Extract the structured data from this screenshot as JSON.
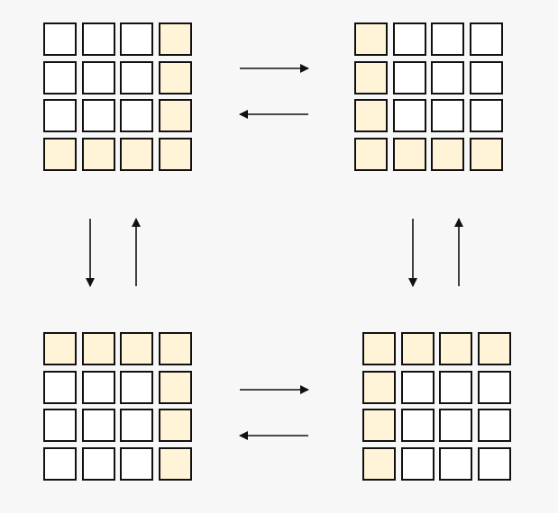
{
  "colors": {
    "background": "#f7f7f7",
    "highlight": "#fff3d8",
    "plain": "#ffffff",
    "border": "#111111",
    "arrow": "#111111"
  },
  "grids": [
    {
      "name": "grid-top-left",
      "rows": 4,
      "cols": 4,
      "highlighted": [
        [
          0,
          3
        ],
        [
          1,
          3
        ],
        [
          2,
          3
        ],
        [
          3,
          0
        ],
        [
          3,
          1
        ],
        [
          3,
          2
        ],
        [
          3,
          3
        ]
      ]
    },
    {
      "name": "grid-top-right",
      "rows": 4,
      "cols": 4,
      "highlighted": [
        [
          0,
          0
        ],
        [
          1,
          0
        ],
        [
          2,
          0
        ],
        [
          3,
          0
        ],
        [
          3,
          1
        ],
        [
          3,
          2
        ],
        [
          3,
          3
        ]
      ]
    },
    {
      "name": "grid-bottom-left",
      "rows": 4,
      "cols": 4,
      "highlighted": [
        [
          0,
          0
        ],
        [
          0,
          1
        ],
        [
          0,
          2
        ],
        [
          0,
          3
        ],
        [
          1,
          3
        ],
        [
          2,
          3
        ],
        [
          3,
          3
        ]
      ]
    },
    {
      "name": "grid-bottom-right",
      "rows": 4,
      "cols": 4,
      "highlighted": [
        [
          0,
          0
        ],
        [
          0,
          1
        ],
        [
          0,
          2
        ],
        [
          0,
          3
        ],
        [
          1,
          0
        ],
        [
          2,
          0
        ],
        [
          3,
          0
        ]
      ]
    }
  ],
  "arrows": [
    {
      "name": "arrow-top-left-to-top-right",
      "from": "grid-top-left",
      "to": "grid-top-right",
      "direction": "right"
    },
    {
      "name": "arrow-top-right-to-top-left",
      "from": "grid-top-right",
      "to": "grid-top-left",
      "direction": "left"
    },
    {
      "name": "arrow-bottom-left-to-bottom-right",
      "from": "grid-bottom-left",
      "to": "grid-bottom-right",
      "direction": "right"
    },
    {
      "name": "arrow-bottom-right-to-bottom-left",
      "from": "grid-bottom-right",
      "to": "grid-bottom-left",
      "direction": "left"
    },
    {
      "name": "arrow-top-left-to-bottom-left",
      "from": "grid-top-left",
      "to": "grid-bottom-left",
      "direction": "down"
    },
    {
      "name": "arrow-bottom-left-to-top-left",
      "from": "grid-bottom-left",
      "to": "grid-top-left",
      "direction": "up"
    },
    {
      "name": "arrow-top-right-to-bottom-right",
      "from": "grid-top-right",
      "to": "grid-bottom-right",
      "direction": "down"
    },
    {
      "name": "arrow-bottom-right-to-top-right",
      "from": "grid-bottom-right",
      "to": "grid-top-right",
      "direction": "up"
    }
  ]
}
